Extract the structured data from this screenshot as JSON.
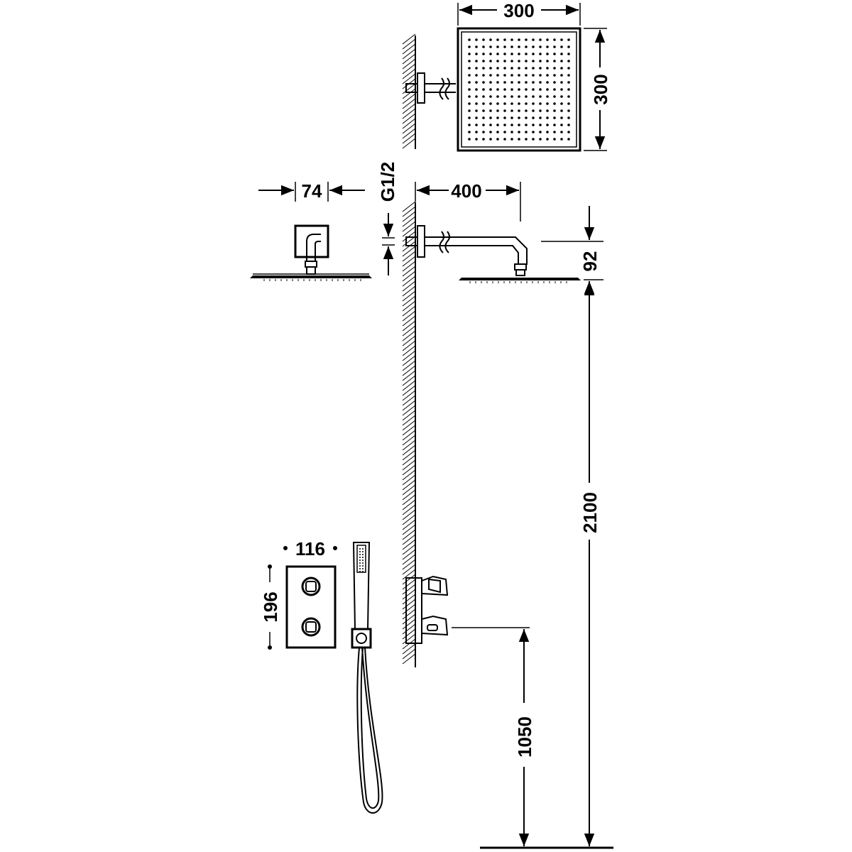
{
  "dimensions": {
    "head_width": "300",
    "head_depth": "300",
    "connector_width": "74",
    "thread": "G1/2",
    "arm_length": "400",
    "head_drop": "92",
    "head_height": "2100",
    "valve_width": "116",
    "valve_height": "196",
    "valve_height_floor": "1050"
  }
}
